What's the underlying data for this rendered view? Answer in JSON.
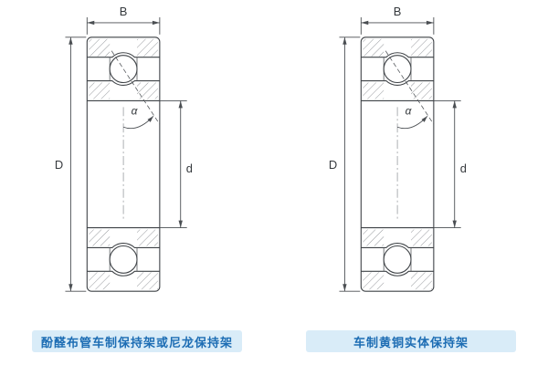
{
  "dimension_labels": {
    "width": "B",
    "outer_diameter": "D",
    "bore_diameter": "d",
    "contact_angle": "α"
  },
  "diagrams": [
    {
      "caption": "酚醛布管车制保持架或尼龙保持架"
    },
    {
      "caption": "车制黄铜实体保持架"
    }
  ],
  "colors": {
    "caption_background": "#d9ecf8",
    "caption_text": "#1d6db4",
    "line": "#3f4347"
  }
}
